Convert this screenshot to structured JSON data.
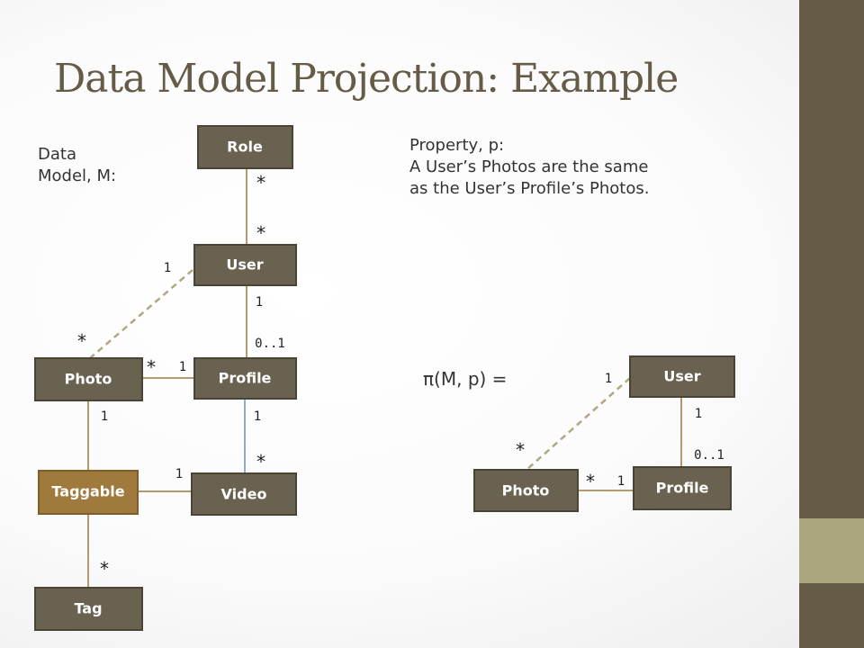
{
  "title": "Data Model Projection: Example",
  "model_label": [
    "Data",
    "Model, M:"
  ],
  "property_lines": [
    "Property, p:",
    "A User’s Photos are the same",
    "as the User’s Profile’s Photos."
  ],
  "projection_label": "π(M, p) =",
  "colors": {
    "box_fill": "#6a6250",
    "box_stroke": "#4a4435",
    "taggable_fill": "#a07a3c",
    "line_brown": "#b29a70",
    "line_blue": "#8cb0cc",
    "line_dashed": "#b0a882",
    "sidebar": "#655b47",
    "sidebar_accent": "#aaa67e"
  },
  "model": {
    "entities": {
      "role": "Role",
      "user": "User",
      "profile": "Profile",
      "photo": "Photo",
      "taggable": "Taggable",
      "video": "Video",
      "tag": "Tag"
    },
    "multiplicities": {
      "role_user_top": "*",
      "role_user_bottom": "*",
      "user_photo_user_end": "1",
      "user_photo_photo_end": "*",
      "user_profile_user_end": "1",
      "user_profile_profile_end": "0..1",
      "photo_profile_photo_end": "*",
      "photo_profile_profile_end": "1",
      "photo_taggable_photo_end": "1",
      "profile_video_profile_end": "1",
      "profile_video_video_end": "*",
      "taggable_video_video_end": "1",
      "taggable_tag_tag_end": "*"
    }
  },
  "projection": {
    "entities": {
      "user": "User",
      "profile": "Profile",
      "photo": "Photo"
    },
    "multiplicities": {
      "user_photo_user_end": "1",
      "user_photo_photo_end": "*",
      "user_profile_user_end": "1",
      "user_profile_profile_end": "0..1",
      "photo_profile_photo_end": "*",
      "photo_profile_profile_end": "1"
    }
  }
}
